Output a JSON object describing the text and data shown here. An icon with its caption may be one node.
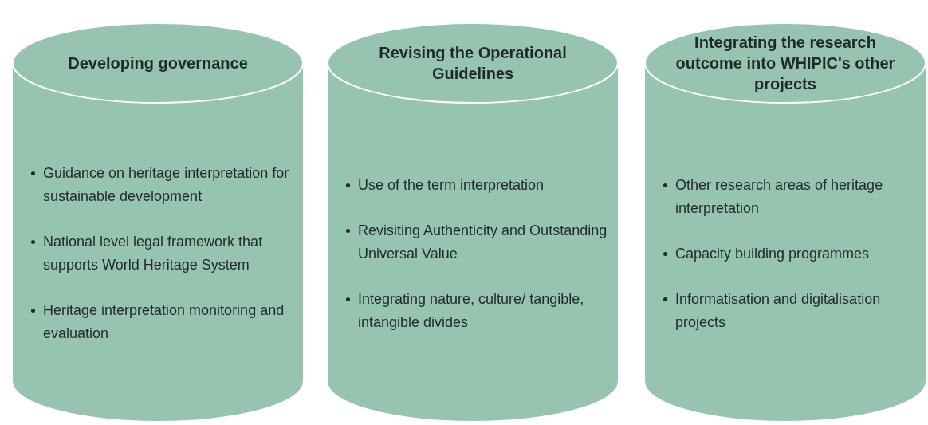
{
  "diagram": {
    "nodes": [
      {
        "text": [
          "Developing governance",
          "Guidance on heritage interpretation for sustainable development",
          "National level legal framework that supports World Heritage System",
          "Heritage interpretation monitoring and evaluation"
        ]
      },
      {
        "text": [
          "Revising the Operational Guidelines",
          "Use of the term interpretation",
          "Revisiting Authenticity and Outstanding Universal Value",
          "Integrating nature, culture/ tangible, intangible divides"
        ]
      },
      {
        "text": [
          "Integrating the research outcome into WHIPIC's other projects",
          "Other research areas of heritage interpretation",
          "Capacity building programmes",
          "Informatisation and digitalisation projects"
        ]
      }
    ]
  }
}
